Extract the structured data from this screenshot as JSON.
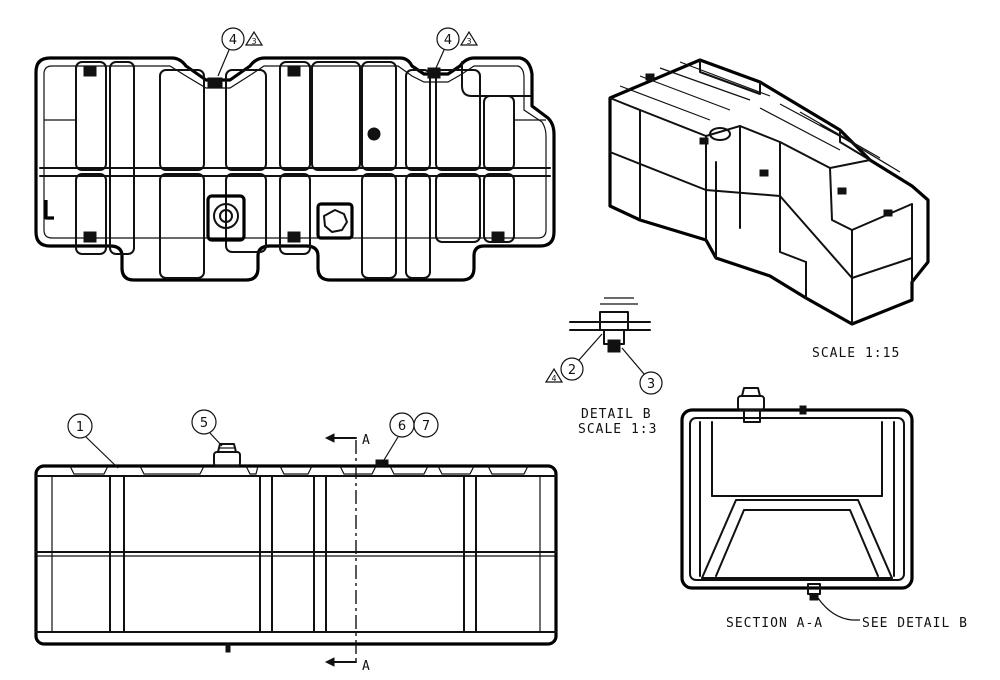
{
  "balloons": {
    "b1": "1",
    "b2": "2",
    "b3": "3",
    "b4a": "4",
    "b4b": "4",
    "b5": "5",
    "b6": "6",
    "b7": "7"
  },
  "revision_flags": {
    "r3a": "3",
    "r3b": "3",
    "r4": "4"
  },
  "labels": {
    "scale_iso": "SCALE  1:15",
    "detail_b_title": "DETAIL  B",
    "detail_b_scale": "SCALE  1:3",
    "section_title": "SECTION  A-A",
    "see_detail": "SEE DETAIL  B",
    "section_mark_top": "A",
    "section_mark_bottom": "A"
  }
}
